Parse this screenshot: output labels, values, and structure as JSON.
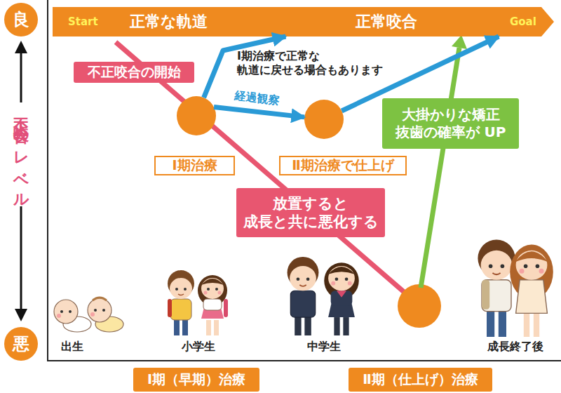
{
  "diagram": {
    "nodes": [
      {
        "text": [
          "Start",
          "正常な軌道",
          "正常咬合",
          "Goal"
        ]
      },
      {
        "text": [
          "良"
        ]
      },
      {
        "text": [
          "不正咬合の開始"
        ]
      },
      {
        "text": [
          "Ⅰ期治療"
        ]
      },
      {
        "text": [
          "Ⅱ期治療で仕上げ"
        ]
      },
      {
        "text": [
          "大掛かりな矯正 抜歯の確率が UP"
        ]
      },
      {
        "text": [
          "放置すると 成長と共に悪化する"
        ]
      },
      {
        "text": [
          "悪"
        ]
      },
      {
        "text": [
          "Ⅰ期（早期）治療"
        ]
      },
      {
        "text": [
          "Ⅱ期（仕上げ）治療"
        ]
      }
    ],
    "edges": [
      {
        "from": 3,
        "to": 0,
        "arrow": "to",
        "label": "Ⅰ期治療で正常な 軌道に戻せる場合もあります"
      },
      {
        "from": 3,
        "to": 4,
        "arrow": "to",
        "label": "経過観察"
      },
      {
        "from": 4,
        "to": 0,
        "arrow": "to"
      }
    ],
    "labels": [
      "不正咬合のレベル",
      "出生",
      "小学生",
      "中学生",
      "成長終了後"
    ]
  }
}
